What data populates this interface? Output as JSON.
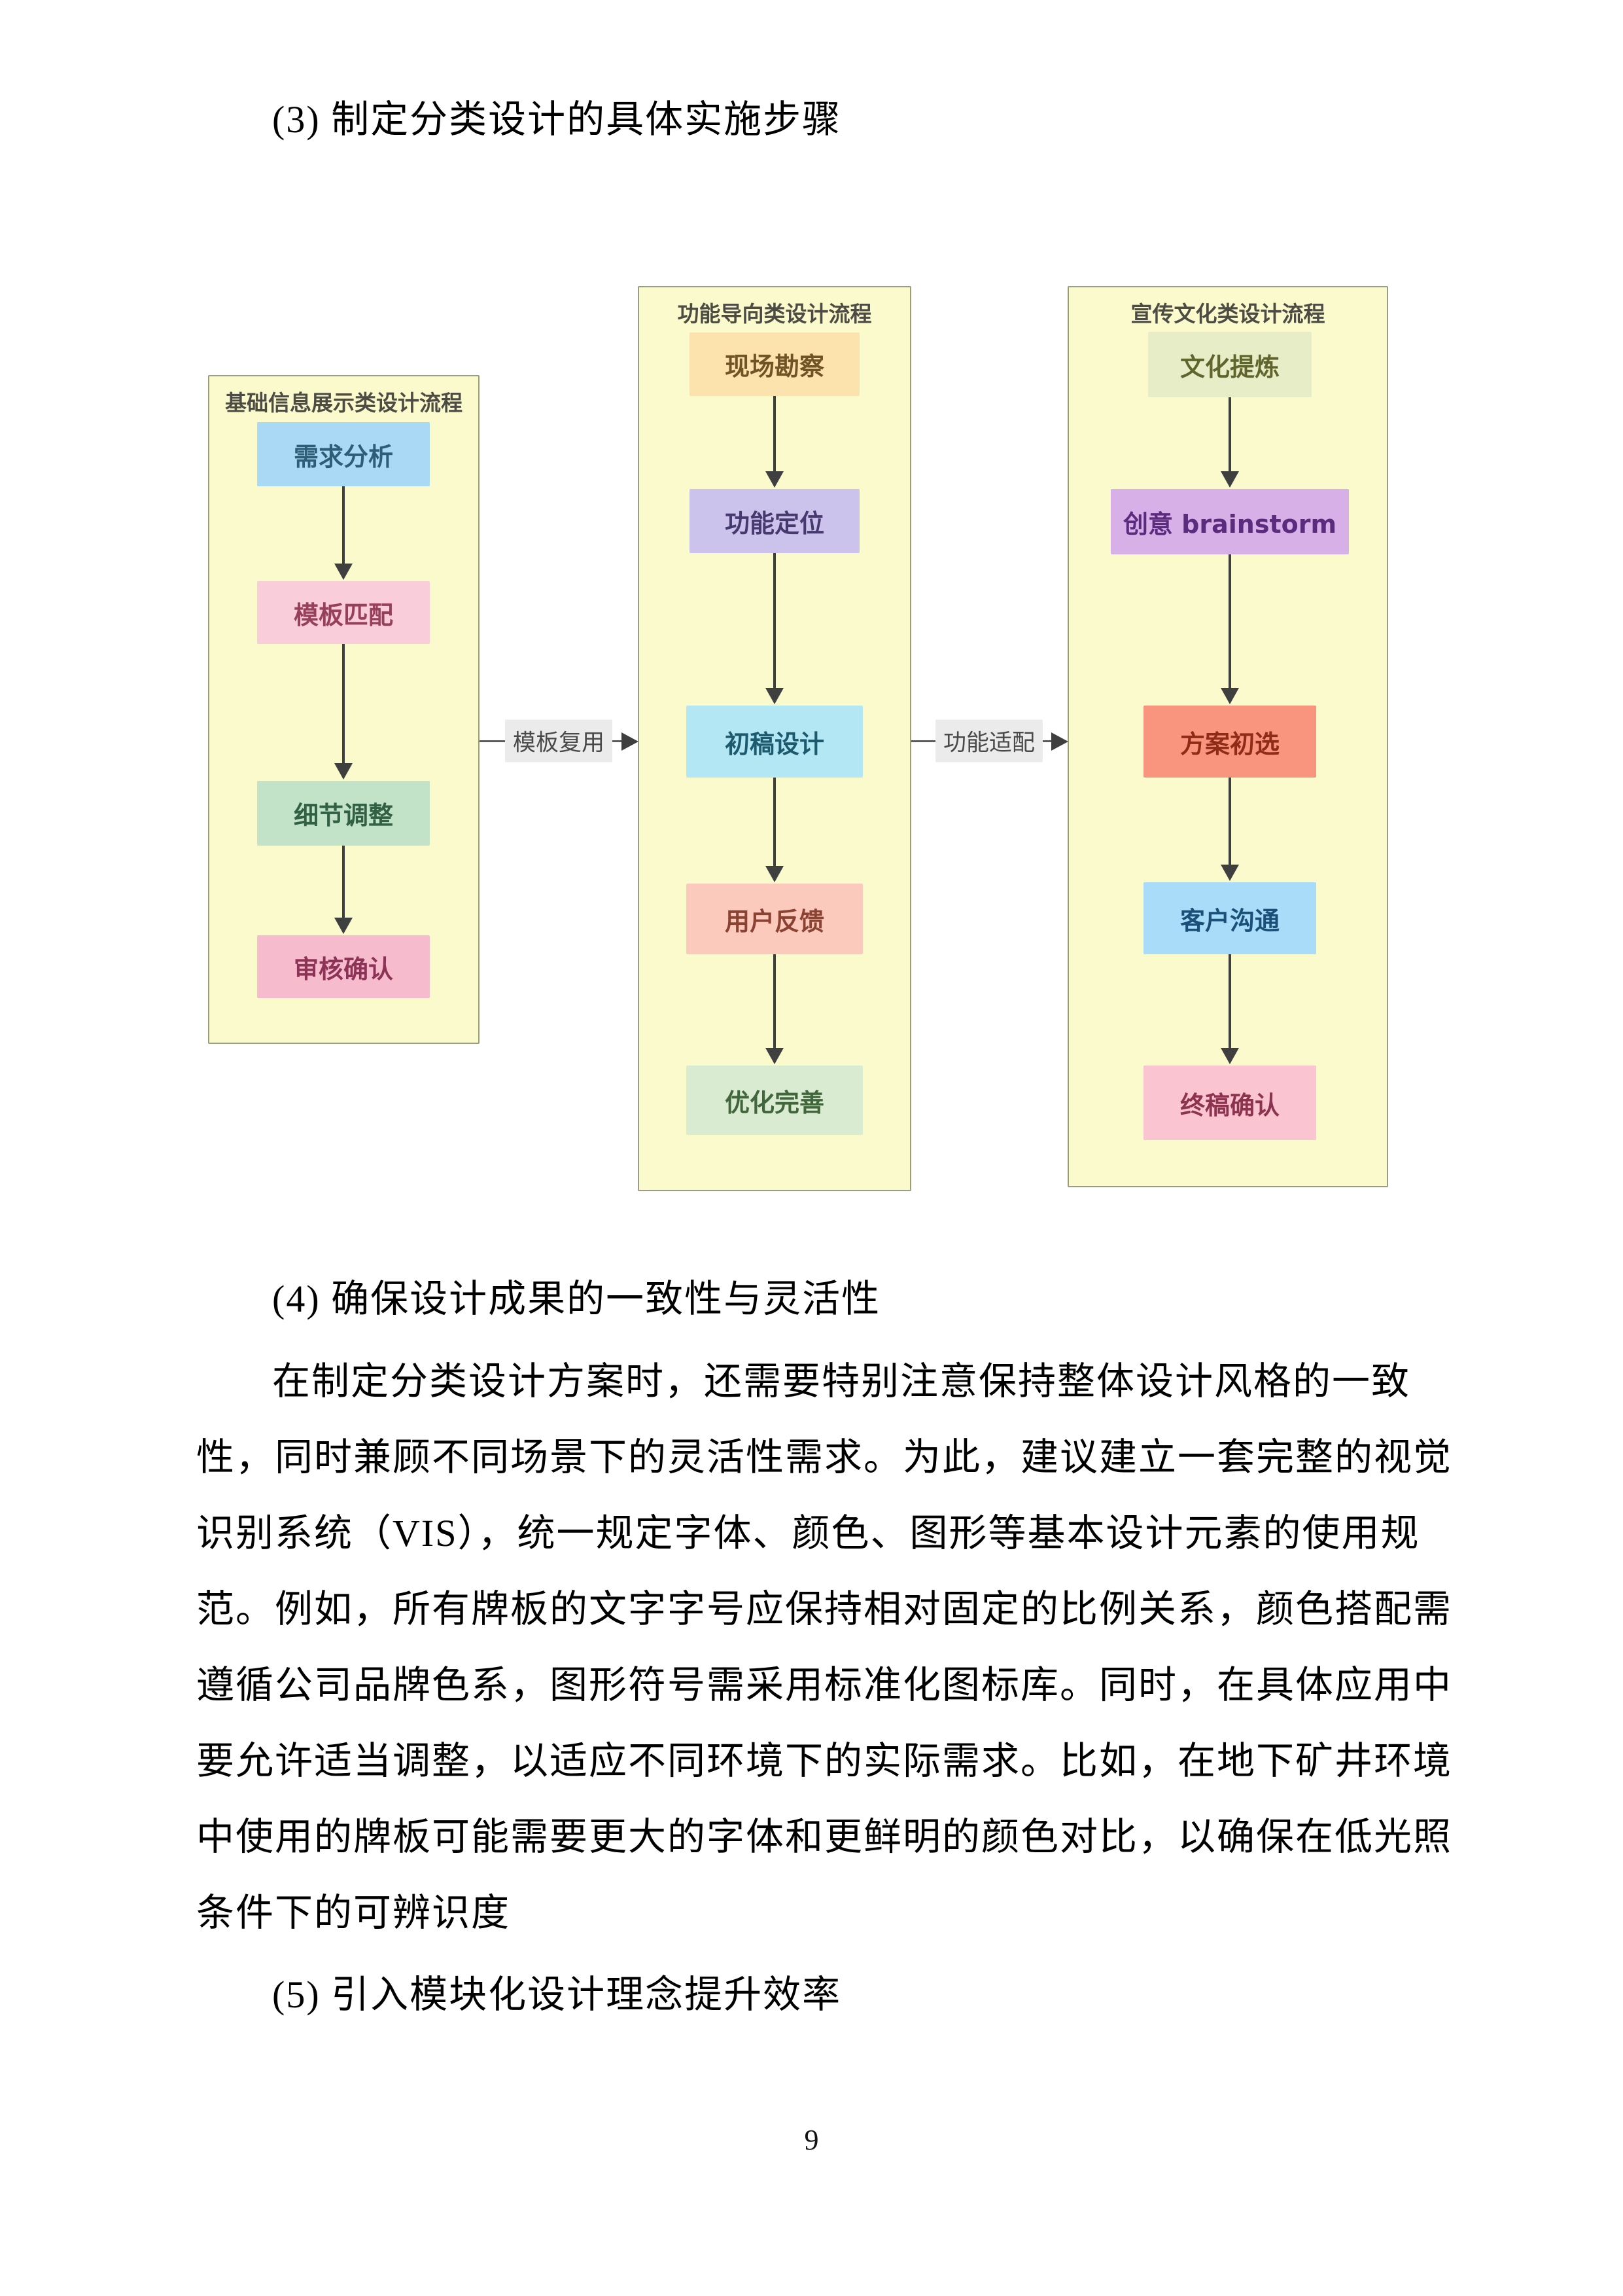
{
  "document": {
    "headings": {
      "h3": "(3) 制定分类设计的具体实施步骤",
      "h4": "(4) 确保设计成果的一致性与灵活性",
      "h5": "(5) 引入模块化设计理念提升效率"
    },
    "paragraph": {
      "lines": [
        "在制定分类设计方案时，还需要特别注意保持整体设计风格的一致",
        "性，同时兼顾不同场景下的灵活性需求。为此，建议建立一套完整的视觉",
        "识别系统（VIS），统一规定字体、颜色、图形等基本设计元素的使用规",
        "范。例如，所有牌板的文字字号应保持相对固定的比例关系，颜色搭配需",
        "遵循公司品牌色系，图形符号需采用标准化图标库。同时，在具体应用中",
        "要允许适当调整，以适应不同环境下的实际需求。比如，在地下矿井环境",
        "中使用的牌板可能需要更大的字体和更鲜明的颜色对比，以确保在低光照",
        "条件下的可辨识度"
      ]
    },
    "page_number": "9"
  },
  "diagram": {
    "panel_bg": "#fafacd",
    "panel_border": "#9c9c7e",
    "arrow_color": "#3f3f3f",
    "connector_label_bg": "#ebebeb",
    "panels": [
      {
        "title": "基础信息展示类设计流程",
        "nodes": [
          {
            "label": "需求分析",
            "bg": "#a9d9f5",
            "fg": "#2e5d77"
          },
          {
            "label": "模板匹配",
            "bg": "#f9cdd9",
            "fg": "#97405c"
          },
          {
            "label": "细节调整",
            "bg": "#c3e3c9",
            "fg": "#316044"
          },
          {
            "label": "审核确认",
            "bg": "#f6bcce",
            "fg": "#8d3456"
          }
        ]
      },
      {
        "title": "功能导向类设计流程",
        "nodes": [
          {
            "label": "现场勘察",
            "bg": "#fce2ac",
            "fg": "#705425"
          },
          {
            "label": "功能定位",
            "bg": "#cbc3ec",
            "fg": "#46396e"
          },
          {
            "label": "初稿设计",
            "bg": "#b2e7f3",
            "fg": "#1d5a6e"
          },
          {
            "label": "用户反馈",
            "bg": "#fcc9bd",
            "fg": "#8a4233"
          },
          {
            "label": "优化完善",
            "bg": "#d9ebd0",
            "fg": "#42663c"
          }
        ]
      },
      {
        "title": "宣传文化类设计流程",
        "nodes": [
          {
            "label": "文化提炼",
            "bg": "#e7eec7",
            "fg": "#5f652c"
          },
          {
            "label": "创意 brainstorm",
            "bg": "#d7b0e8",
            "fg": "#5b2c7e"
          },
          {
            "label": "方案初选",
            "bg": "#f9957f",
            "fg": "#8f2c18"
          },
          {
            "label": "客户沟通",
            "bg": "#a9dcf9",
            "fg": "#1c4f78"
          },
          {
            "label": "终稿确认",
            "bg": "#fac4d0",
            "fg": "#8c3350"
          }
        ]
      }
    ],
    "connectors": [
      {
        "label": "模板复用"
      },
      {
        "label": "功能适配"
      }
    ]
  }
}
